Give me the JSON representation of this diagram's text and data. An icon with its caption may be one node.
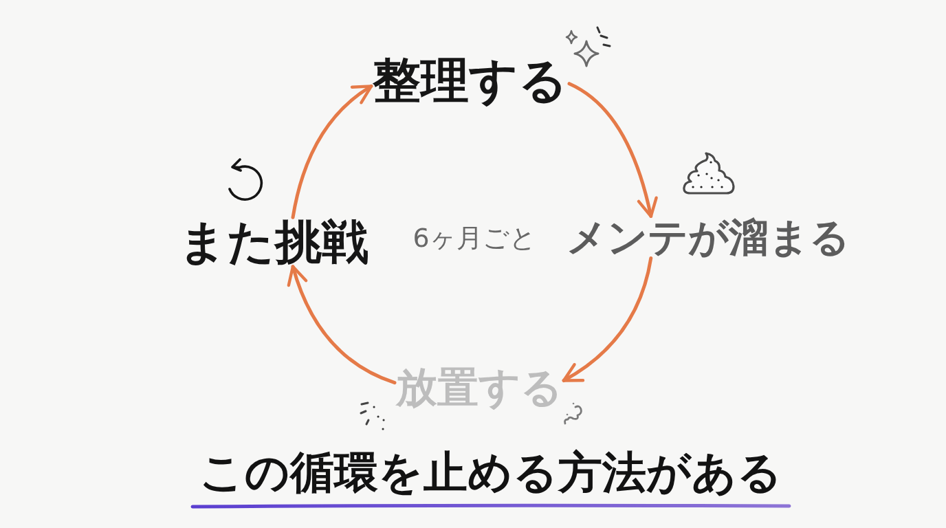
{
  "diagram": {
    "caption": "この循環を止める方法がある",
    "nodes": [
      {
        "text": [
          "整理する"
        ]
      },
      {
        "text": [
          "メンテが溜まる"
        ]
      },
      {
        "text": [
          "放置する"
        ]
      },
      {
        "text": [
          "また挑戦"
        ]
      }
    ],
    "edges": [
      {
        "from": 0,
        "to": 1,
        "arrow": "to"
      },
      {
        "from": 1,
        "to": 2,
        "arrow": "to"
      },
      {
        "from": 2,
        "to": 3,
        "arrow": "to"
      },
      {
        "from": 3,
        "to": 0,
        "arrow": "to"
      }
    ],
    "labels": [
      "6ヶ月ごと"
    ]
  }
}
